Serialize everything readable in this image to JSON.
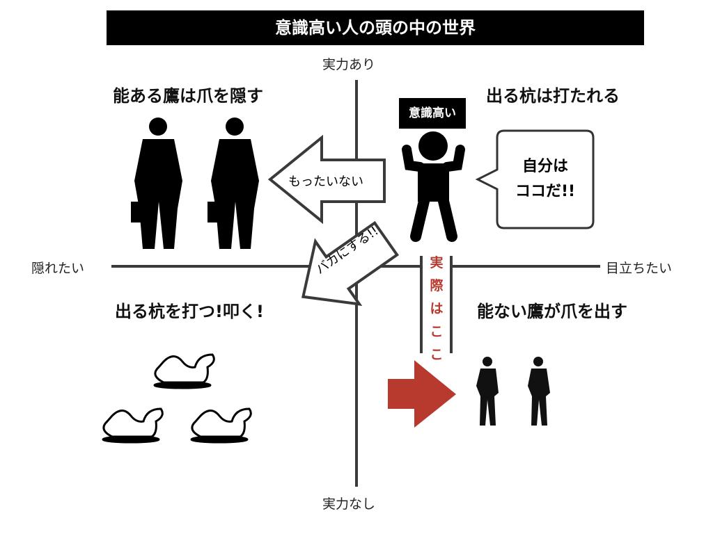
{
  "title": "意識高い人の頭の中の世界",
  "axes": {
    "top": "実力あり",
    "bottom": "実力なし",
    "left": "隠れたい",
    "right": "目立ちたい"
  },
  "quadrants": {
    "top_left": "能ある鷹は爪を隠す",
    "top_right": "出る杭は打たれる",
    "bottom_left": "出る杭を打つ!叩く!",
    "bottom_right": "能ない鷹が爪を出す"
  },
  "figure_tag": "意識高い",
  "bubble": {
    "line1": "自分は",
    "line2": "ココだ!!"
  },
  "arrows": {
    "left": "もったいない",
    "diagonal": "バカにする!!"
  },
  "reality": {
    "chars": [
      "実",
      "際",
      "は",
      "こ",
      "こ"
    ]
  },
  "colors": {
    "accent_red": "#b83a2e",
    "axis": "#3a3a3a"
  }
}
